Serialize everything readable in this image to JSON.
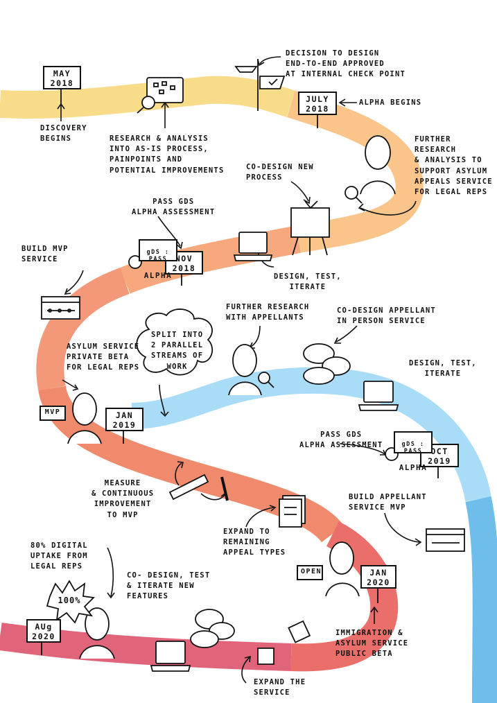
{
  "signs": {
    "may_2018": "MAY\n2018",
    "july_2018": "JULY\n2018",
    "nov_2018": "NOV\n2018",
    "jan_2019": "JAN\n2019",
    "oct_2019": "OCT\n2019",
    "jan_2020": "JAN\n2020",
    "aug_2020": "AUg\n2020",
    "mvp": "MVP",
    "open": "OPEN",
    "hundred": "100%",
    "gds_pass_1_top": "gDS : PASS",
    "gds_pass_1_bottom": "ALPHA",
    "gds_pass_2_top": "gDS : PASS",
    "gds_pass_2_bottom": "ALPHA"
  },
  "labels": {
    "discovery": "DISCOVERY\nBEGINS",
    "research_analysis": "RESEARCH & ANALYSIS\nINTO AS-IS PROCESS,\nPAINPOINTS AND\nPOTENTIAL IMPROVEMENTS",
    "decision": "DECISION TO DESIGN\nEND-TO-END APPROVED\nAT INTERNAL CHECK POINT",
    "alpha_begins": "ALPHA BEGINS",
    "further_research_legal": "FURTHER RESEARCH\n& ANALYSIS TO\nSUPPORT ASYLUM\nAPPEALS SERVICE\nFOR LEGAL REPS",
    "codesign_process": "CO-DESIGN NEW\nPROCESS",
    "pass_gds_1": "PASS GDS\nALPHA ASSESSMENT",
    "design_test_iterate_1": "DESIGN, TEST,\nITERATE",
    "build_mvp": "BUILD MVP\nSERVICE",
    "further_research_appellants": "FURTHER RESEARCH\nWITH APPELLANTS",
    "codesign_appellant": "CO-DESIGN APPELLANT\nIN PERSON SERVICE",
    "private_beta": "ASYLUM SERVICE\nPRIVATE BETA\nFOR LEGAL REPS",
    "split": "SPLIT INTO\n2 PARALLEL\nSTREAMS OF\nWORK",
    "design_test_iterate_2": "DESIGN, TEST,\nITERATE",
    "pass_gds_2": "PASS GDS\nALPHA ASSESSMENT",
    "measure": "MEASURE\n& CONTINUOUS\nIMPROVEMENT\nTO MVP",
    "build_appellant_mvp": "BUILD APPELLANT\nSERVICE MVP",
    "expand_remaining": "EXPAND TO\nREMAINING\nAPPEAL TYPES",
    "uptake": "80% DIGITAL\nUPTAKE FROM\nLEGAL REPS",
    "codesign_features": "CO- DESIGN, TEST\n& ITERATE NEW\nFEATURES",
    "public_beta": "IMMIGRATION &\nASYLUM SERVICE\nPUBLIC BETA",
    "expand_service": "EXPAND THE\nSERVICE"
  },
  "colors": {
    "yellow": "#f8dc8a",
    "orange_light": "#f9c58a",
    "orange": "#f7a97d",
    "salmon": "#f08a6c",
    "red": "#ea6f6b",
    "pink": "#e0647a",
    "blue_light": "#a9dcf7",
    "blue": "#6fbdeb",
    "ink": "#111111"
  }
}
